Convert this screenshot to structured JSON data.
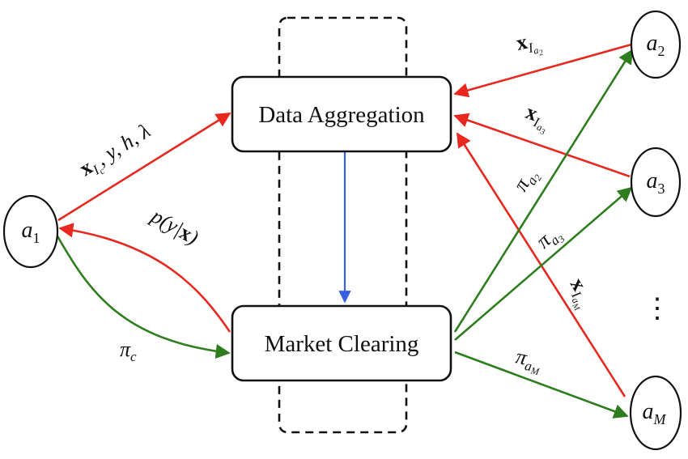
{
  "boxes": {
    "aggregation": "Data Aggregation",
    "clearing": "Market Clearing"
  },
  "nodes": {
    "a1": {
      "base": "a",
      "sub": "1"
    },
    "a2": {
      "base": "a",
      "sub": "2"
    },
    "a3": {
      "base": "a",
      "sub": "3"
    },
    "aM": {
      "base": "a",
      "sub": "M"
    },
    "ellipsis": "⋮"
  },
  "labels": {
    "a1_to_agg": {
      "bold": "x",
      "sub": "I",
      "subsub": "c",
      "rest": ", y, h, λ"
    },
    "clear_to_a1": {
      "pre": "p(y|",
      "bold": "x",
      "post": ")"
    },
    "a1_to_clear": {
      "base": "π",
      "sub": "c"
    },
    "a2_to_agg": {
      "bold": "x",
      "sub": "I",
      "subsub": "a",
      "subsubsub": "2"
    },
    "a3_to_agg": {
      "bold": "x",
      "sub": "I",
      "subsub": "a",
      "subsubsub": "3"
    },
    "aM_to_agg": {
      "bold": "x",
      "sub": "I",
      "subsub": "a",
      "subsubsub": "M"
    },
    "clear_to_a2": {
      "base": "π",
      "sub": "a",
      "subsub": "2"
    },
    "clear_to_a3": {
      "base": "π",
      "sub": "a",
      "subsub": "3"
    },
    "clear_to_aM": {
      "base": "π",
      "sub": "a",
      "subsub": "M"
    }
  },
  "colors": {
    "red": "#e8281e",
    "green": "#2e7d1f",
    "blue": "#3a5fe0",
    "black": "#111111"
  }
}
